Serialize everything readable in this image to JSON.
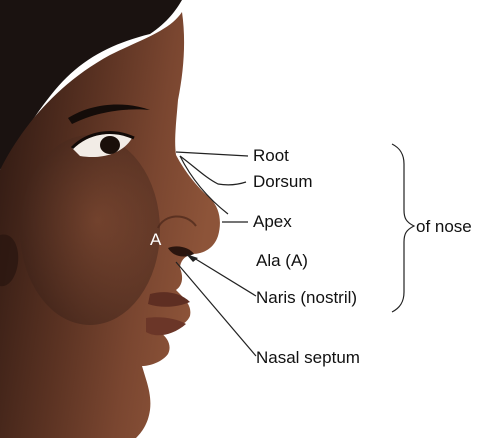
{
  "labels": {
    "root": "Root",
    "dorsum": "Dorsum",
    "apex": "Apex",
    "ala": "Ala (A)",
    "naris": "Naris (nostril)",
    "septum": "Nasal septum",
    "group": "of nose",
    "marker": "A"
  },
  "colors": {
    "skin_dark": "#3a2118",
    "skin_mid": "#6b3d2a",
    "skin_light": "#8d5439",
    "hair": "#1a1210",
    "line": "#222222"
  }
}
